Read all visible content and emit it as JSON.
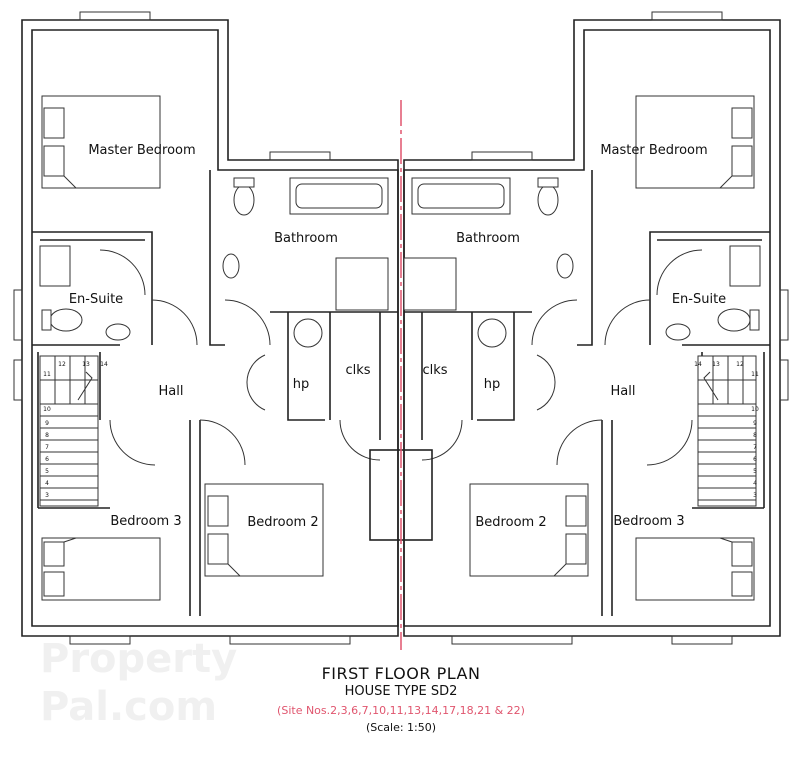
{
  "plan": {
    "left": {
      "master_bedroom": "Master Bedroom",
      "bathroom": "Bathroom",
      "en_suite": "En-Suite",
      "hall": "Hall",
      "hp": "hp",
      "clks": "clks",
      "bedroom_3": "Bedroom 3",
      "bedroom_2": "Bedroom 2"
    },
    "right": {
      "master_bedroom": "Master Bedroom",
      "bathroom": "Bathroom",
      "en_suite": "En-Suite",
      "hall": "Hall",
      "hp": "hp",
      "clks": "clks",
      "bedroom_3": "Bedroom 3",
      "bedroom_2": "Bedroom 2"
    },
    "stair_numbers": [
      "3",
      "4",
      "5",
      "6",
      "7",
      "8",
      "9",
      "10",
      "11",
      "12",
      "13",
      "14"
    ]
  },
  "caption": {
    "title": "FIRST FLOOR PLAN",
    "house_type": "HOUSE TYPE SD2",
    "sites": "(Site Nos.2,3,6,7,10,11,13,14,17,18,21 & 22)",
    "scale": "(Scale: 1:50)"
  },
  "watermark": {
    "line1": "Property",
    "line2": "Pal.com"
  },
  "colors": {
    "party_line": "#e0556e",
    "sites_text": "#e0556e",
    "walls": "#222222"
  }
}
